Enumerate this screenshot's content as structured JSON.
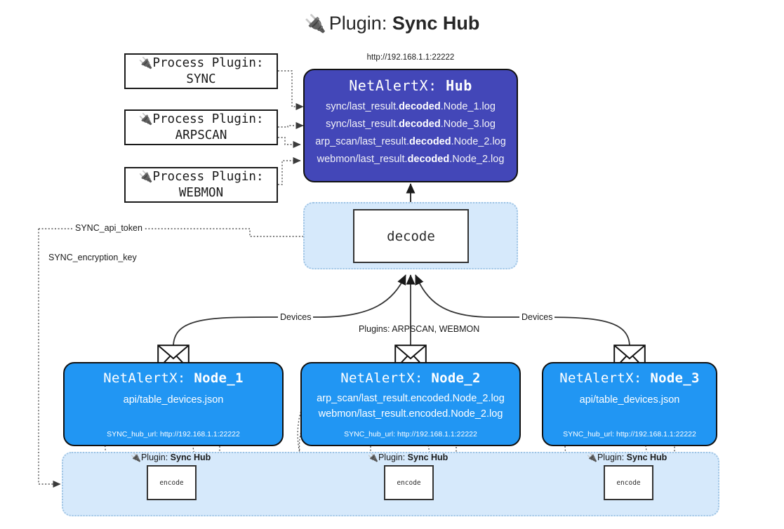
{
  "title": {
    "icon": "plug-icon",
    "prefix": "Plugin:",
    "name": "Sync Hub"
  },
  "process_plugins": [
    {
      "icon": "plug-icon",
      "label": "Process Plugin:",
      "plugin": "SYNC"
    },
    {
      "icon": "plug-icon",
      "label": "Process Plugin:",
      "plugin": "ARPSCAN"
    },
    {
      "icon": "plug-icon",
      "label": "Process Plugin:",
      "plugin": "WEBMON"
    }
  ],
  "hub": {
    "url": "http://192.168.1.1:22222",
    "title_prefix": "NetAlertX:",
    "title_name": "Hub",
    "logs": [
      {
        "pre": "sync/last_result.",
        "mid": "decoded",
        "post": ".Node_1.log"
      },
      {
        "pre": "sync/last_result.",
        "mid": "decoded",
        "post": ".Node_3.log"
      },
      {
        "pre": "arp_scan/last_result.",
        "mid": "decoded",
        "post": ".Node_2.log"
      },
      {
        "pre": "webmon/last_result.",
        "mid": "decoded",
        "post": ".Node_2.log"
      }
    ]
  },
  "decode": {
    "label": "decode"
  },
  "settings_edges": [
    {
      "label": "SYNC_api_token"
    },
    {
      "label": "SYNC_encryption_key"
    }
  ],
  "transfer_edges": [
    {
      "label": "Devices"
    },
    {
      "label": "Plugins: ARPSCAN, WEBMON"
    },
    {
      "label": "Devices"
    }
  ],
  "nodes": [
    {
      "icon": "envelope-icon",
      "title_prefix": "NetAlertX:",
      "title_name": "Node_1",
      "lines": [
        "api/table_devices.json"
      ],
      "footer": "SYNC_hub_url: http://192.168.1.1:22222"
    },
    {
      "icon": "envelope-icon",
      "title_prefix": "NetAlertX:",
      "title_name": "Node_2",
      "lines": [
        "arp_scan/last_result.encoded.Node_2.log",
        "webmon/last_result.encoded.Node_2.log"
      ],
      "footer": "SYNC_hub_url: http://192.168.1.1:22222"
    },
    {
      "icon": "envelope-icon",
      "title_prefix": "NetAlertX:",
      "title_name": "Node_3",
      "lines": [
        "api/table_devices.json"
      ],
      "footer": "SYNC_hub_url: http://192.168.1.1:22222"
    }
  ],
  "encoders": [
    {
      "icon": "plug-icon",
      "plugin_prefix": "Plugin:",
      "plugin_name": "Sync Hub",
      "label": "encode"
    },
    {
      "icon": "plug-icon",
      "plugin_prefix": "Plugin:",
      "plugin_name": "Sync Hub",
      "label": "encode"
    },
    {
      "icon": "plug-icon",
      "plugin_prefix": "Plugin:",
      "plugin_name": "Sync Hub",
      "label": "encode"
    }
  ],
  "colors": {
    "hub_fill": "#4347b8",
    "node_fill": "#2196f3",
    "group_fill": "#d6e9fb",
    "group_border": "#9fc4e4",
    "stroke": "#111111"
  }
}
